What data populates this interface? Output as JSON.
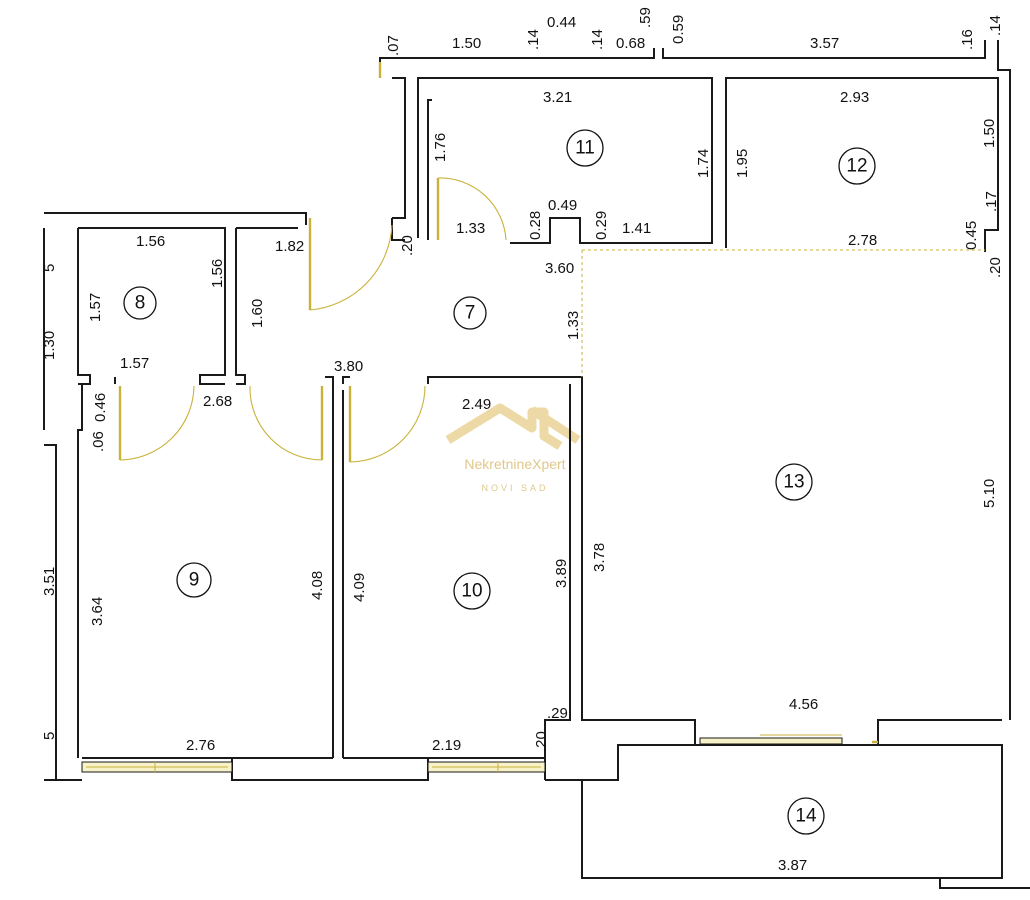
{
  "watermark": {
    "brand": "NekretnineXpert",
    "location": "NOVI SAD",
    "accent_color": "#e0c88a"
  },
  "rooms": [
    {
      "id": "7",
      "label": "7"
    },
    {
      "id": "8",
      "label": "8"
    },
    {
      "id": "9",
      "label": "9"
    },
    {
      "id": "10",
      "label": "10"
    },
    {
      "id": "11",
      "label": "11"
    },
    {
      "id": "12",
      "label": "12"
    },
    {
      "id": "13",
      "label": "13"
    },
    {
      "id": "14",
      "label": "14"
    }
  ],
  "dimensions": {
    "top_150": "1.50",
    "top_14a": ".14",
    "top_044": "0.44",
    "top_14b": ".14",
    "top_068": "0.68",
    "top_59": ".59",
    "top_059": "0.59",
    "top_357": "3.57",
    "top_16": ".16",
    "top_14c": ".14",
    "left_07": ".07",
    "r11_321": "3.21",
    "r11_176": "1.76",
    "r11_174": "1.74",
    "r11_133": "1.33",
    "r11_028": "0.28",
    "r11_049": "0.49",
    "r11_029": "0.29",
    "r11_141": "1.41",
    "r12_293": "2.93",
    "r12_195": "1.95",
    "r12_150": "1.50",
    "r12_17": ".17",
    "r12_045": "0.45",
    "r12_278": "2.78",
    "r12_20": ".20",
    "r7_182": "1.82",
    "r7_20": ".20",
    "r7_360": "3.60",
    "r7_160": "1.60",
    "r7_133": "1.33",
    "r7_380": "3.80",
    "r8_156a": "1.56",
    "r8_156b": "1.56",
    "r8_157a": "1.57",
    "r8_157b": "1.57",
    "r9_268": "2.68",
    "r9_046": "0.46",
    "r9_06": ".06",
    "r9_364": "3.64",
    "r9_408": "4.08",
    "r9_276": "2.76",
    "r10_249": "2.49",
    "r10_409": "4.09",
    "r10_389": "3.89",
    "r10_219": "2.19",
    "r10_20": ".20",
    "r10_29": ".29",
    "r13_378": "3.78",
    "r13_510": "5.10",
    "r13_456": "4.56",
    "r14_387": "3.87",
    "left_5a": "5",
    "left_30": "1.30",
    "left_351": "3.51",
    "left_5b": "5"
  }
}
